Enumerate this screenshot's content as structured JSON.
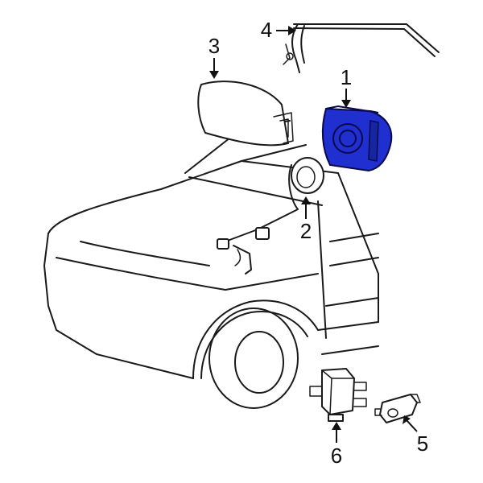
{
  "diagram": {
    "highlight_color": "#1f2fd0",
    "highlight_part": "1",
    "callouts": [
      {
        "id": "1",
        "label": "1"
      },
      {
        "id": "2",
        "label": "2"
      },
      {
        "id": "3",
        "label": "3"
      },
      {
        "id": "4",
        "label": "4"
      },
      {
        "id": "5",
        "label": "5"
      },
      {
        "id": "6",
        "label": "6"
      }
    ]
  }
}
